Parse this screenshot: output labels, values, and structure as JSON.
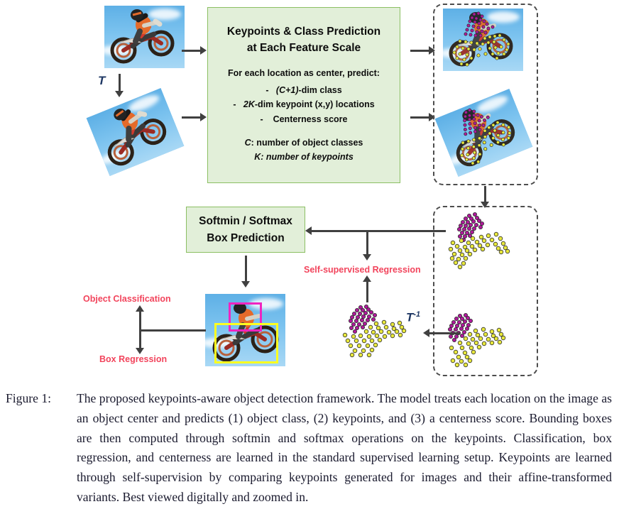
{
  "figure": {
    "pipeline_box": {
      "title_line1": "Keypoints & Class Prediction",
      "title_line2": "at Each Feature Scale",
      "subtitle": "For each location as center, predict:",
      "bullets": [
        "-   (C+1)-dim class",
        "-   2K-dim keypoint  (x,y) locations",
        "-   Centerness score"
      ],
      "bullet_parts": [
        {
          "dash": "-",
          "italic": "(C+1)",
          "rest": "-dim class"
        },
        {
          "dash": "-",
          "italic": "2K",
          "rest": "-dim keypoint  (x,y) locations"
        },
        {
          "dash": "-",
          "italic": "",
          "rest": "Centerness score"
        }
      ],
      "notes": [
        {
          "italic": "C",
          "rest": ": number of object classes"
        },
        {
          "italic": "K",
          "rest": ": number of keypoints"
        }
      ]
    },
    "box_prediction": {
      "line1": "Softmin / Softmax",
      "line2": "Box Prediction"
    },
    "labels": {
      "transform": "T",
      "inverse_transform": "T",
      "inverse_transform_exp": "-1",
      "self_supervised": "Self-supervised Regression",
      "object_classification": "Object Classification",
      "box_regression": "Box Regression"
    },
    "colors": {
      "green_fill": "#e2efd9",
      "green_border": "#8bbf63",
      "red_text": "#f2445c",
      "arrow": "#404040",
      "dashed_border": "#4d4d4d",
      "keypoint_magenta": "#b0199b",
      "keypoint_yellow": "#e8e83c",
      "box_magenta": "#ef25c0",
      "box_yellow": "#fdfd20",
      "sky_blue": "#7cc3ef",
      "t_label": "#1f3864",
      "t_accent": "#e8a33d"
    },
    "images": {
      "original": "motorcycle-rider-photo",
      "transformed": "motorcycle-rider-photo-rotated",
      "original_keypoints": "motorcycle-rider-photo-with-keypoints",
      "transformed_keypoints": "motorcycle-rider-photo-rotated-with-keypoints",
      "detection_result": "motorcycle-rider-photo-with-bounding-boxes"
    }
  },
  "caption": {
    "label": "Figure 1:",
    "text": "The proposed keypoints-aware object detection framework. The model treats each location on the image as an object center and predicts (1) object class, (2) keypoints, and (3) a centerness score. Bounding boxes are then computed through softmin and softmax operations on the keypoints. Classification, box regression, and centerness are learned in the standard supervised learning setup. Keypoints are learned through self-supervision by comparing keypoints generated for images and their affine-transformed variants. Best viewed digitally and zoomed in."
  }
}
